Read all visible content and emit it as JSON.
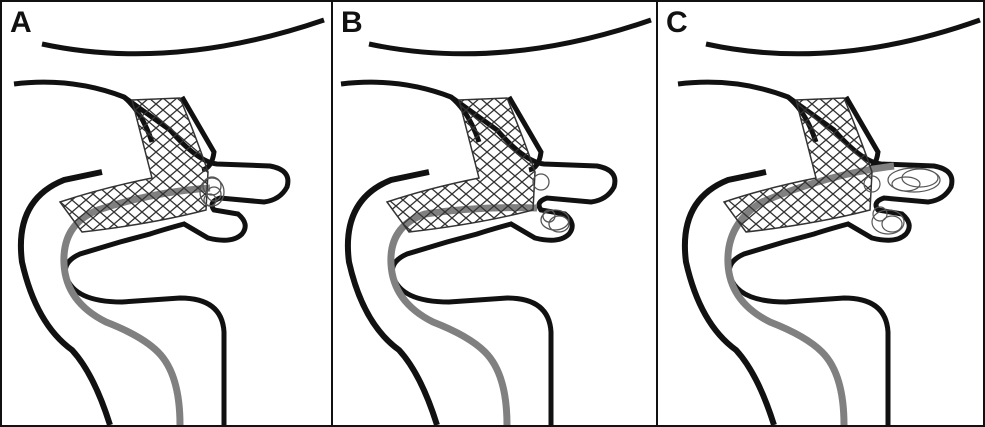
{
  "panels": [
    {
      "id": "panel-a",
      "label": "A"
    },
    {
      "id": "panel-b",
      "label": "B"
    },
    {
      "id": "panel-c",
      "label": "C"
    }
  ],
  "colors": {
    "vessel_wall": "#111111",
    "stent_struts": "#333333",
    "microcatheter": "#808080",
    "coil": "#555555"
  },
  "icons": [
    "vessel-outline",
    "stent-mesh",
    "microcatheter",
    "coil-mass"
  ]
}
